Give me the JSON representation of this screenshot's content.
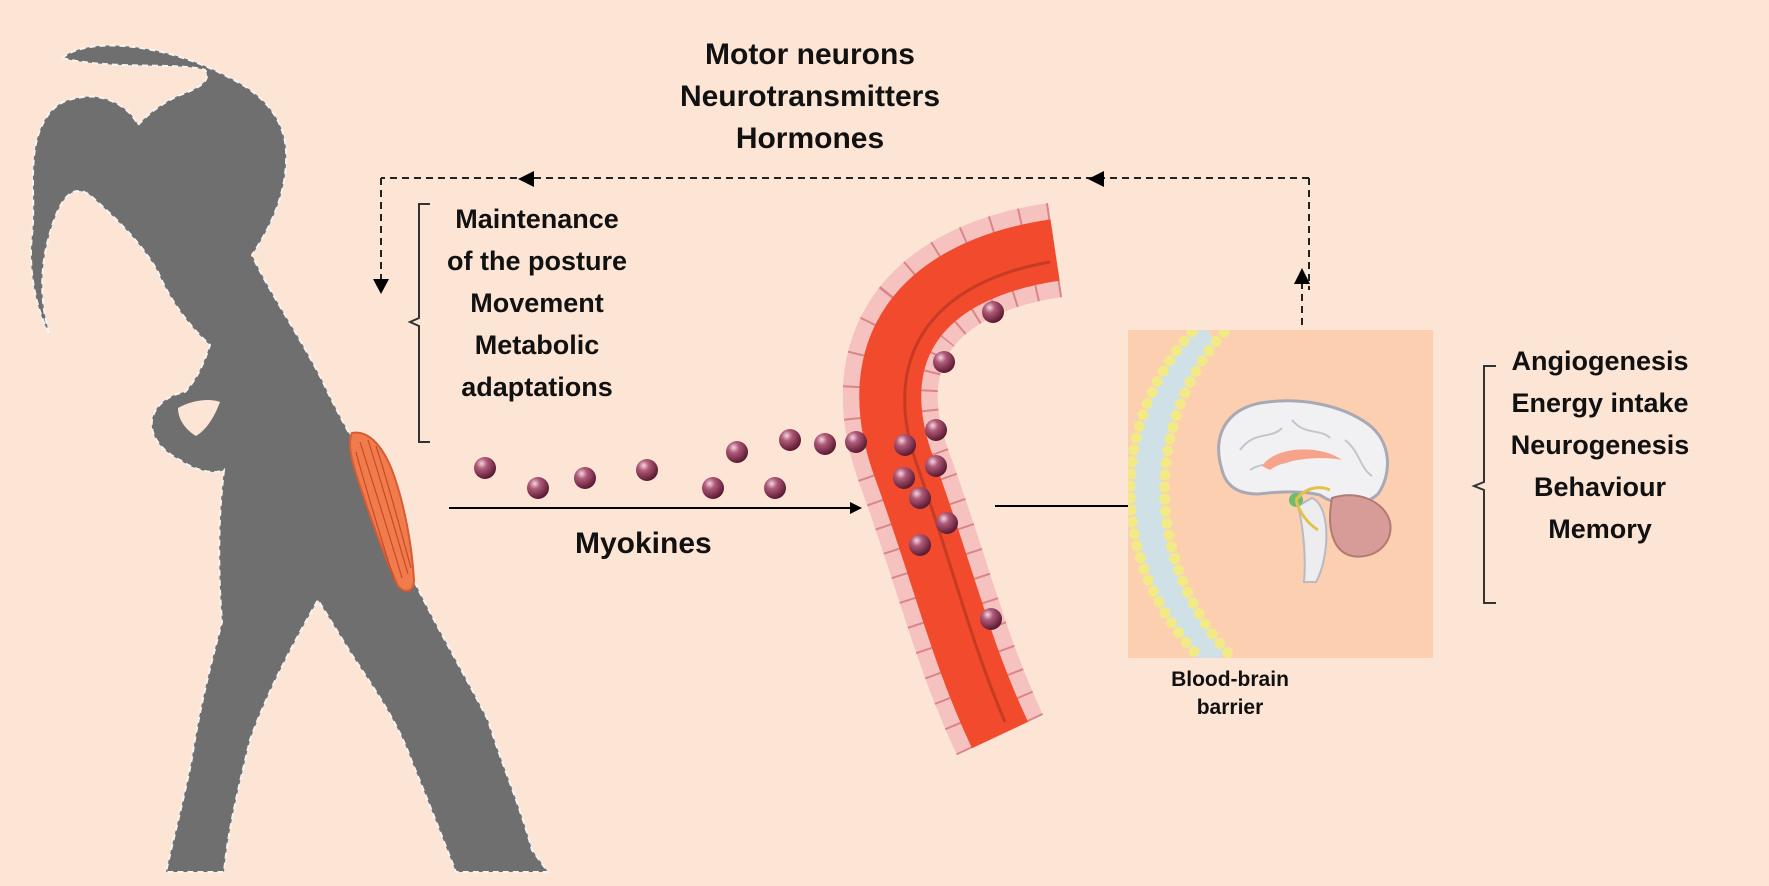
{
  "diagram": {
    "top_signals": [
      "Motor neurons",
      "Neurotransmitters",
      "Hormones"
    ],
    "muscle_functions": [
      "Maintenance",
      "of the posture",
      "Movement",
      "Metabolic",
      "adaptations"
    ],
    "myokines_label": "Myokines",
    "barrier_label": [
      "Blood-brain",
      "barrier"
    ],
    "brain_functions": [
      "Angiogenesis",
      "Energy intake",
      "Neurogenesis",
      "Behaviour",
      "Memory"
    ]
  },
  "colors": {
    "background": "#fde5d6",
    "silhouette": "#6f6f6f",
    "muscle": "#f07c4e",
    "vessel_lumen": "#f24a2c",
    "vessel_wall": "#f6c2bf",
    "myokine_particle": "#8c3a55",
    "brain_panel": "#fbcfb0",
    "membrane_head": "#f2ea87"
  }
}
